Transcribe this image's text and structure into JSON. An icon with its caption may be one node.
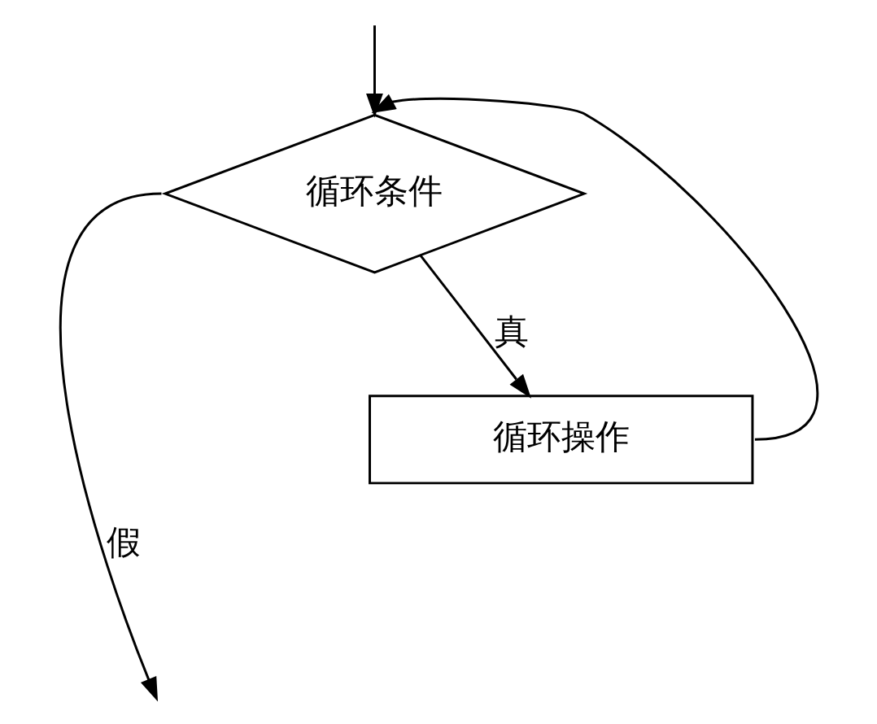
{
  "diagram": {
    "nodes": [
      {
        "text": [
          "循环条件"
        ]
      },
      {
        "text": [
          "循环操作"
        ]
      }
    ],
    "edges": [
      {
        "from": 0,
        "to": null,
        "label": "假",
        "arrow": "to"
      },
      {
        "from": null,
        "to": 0,
        "arrow": "to"
      },
      {
        "from": 0,
        "to": 1,
        "label": "真",
        "arrow": "to"
      },
      {
        "from": 1,
        "to": 0,
        "arrow": "to"
      }
    ]
  }
}
